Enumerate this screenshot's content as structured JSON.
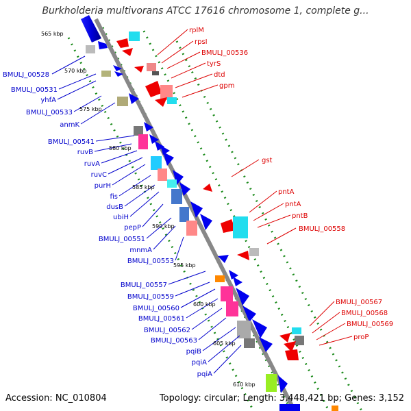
{
  "header": {
    "title": "Burkholderia multivorans ATCC 17616 chromosome 1, complete g..."
  },
  "footer": {
    "accession": "Accession: NC_010804",
    "summary": "Topology: circular; Length: 3,448,421 bp; Genes: 3,152"
  },
  "map": {
    "kbp_ticks": [
      "565 kbp",
      "570 kbp",
      "575 kbp",
      "580 kbp",
      "585 kbp",
      "590 kbp",
      "595 kbp",
      "600 kbp",
      "605 kbp",
      "610 kbp"
    ],
    "left_labels": [
      "BMULJ_00528",
      "BMULJ_00531",
      "yhfA",
      "BMULJ_00533",
      "anmK",
      "BMULJ_00541",
      "ruvB",
      "ruvA",
      "ruvC",
      "purH",
      "fis",
      "dusB",
      "ubiH",
      "pepP",
      "BMULJ_00551",
      "mnmA",
      "BMULJ_00553",
      "BMULJ_00557",
      "BMULJ_00559",
      "BMULJ_00560",
      "BMULJ_00561",
      "BMULJ_00562",
      "BMULJ_00563",
      "pqiB",
      "pqiA",
      "pqiA"
    ],
    "right_labels": [
      "rplM",
      "rpsI",
      "BMULJ_00536",
      "tyrS",
      "dtd",
      "gpm",
      "gst",
      "pntA",
      "pntA",
      "pntB",
      "BMULJ_00558",
      "BMULJ_00567",
      "BMULJ_00568",
      "BMULJ_00569",
      "proP"
    ],
    "colors": {
      "backbone": "#888888",
      "forward_gene": "#0000ee",
      "reverse_gene": "#ee0000",
      "left_label": "#0000cc",
      "right_label": "#dd0000",
      "gc_dots": "#1a8a1a"
    }
  }
}
